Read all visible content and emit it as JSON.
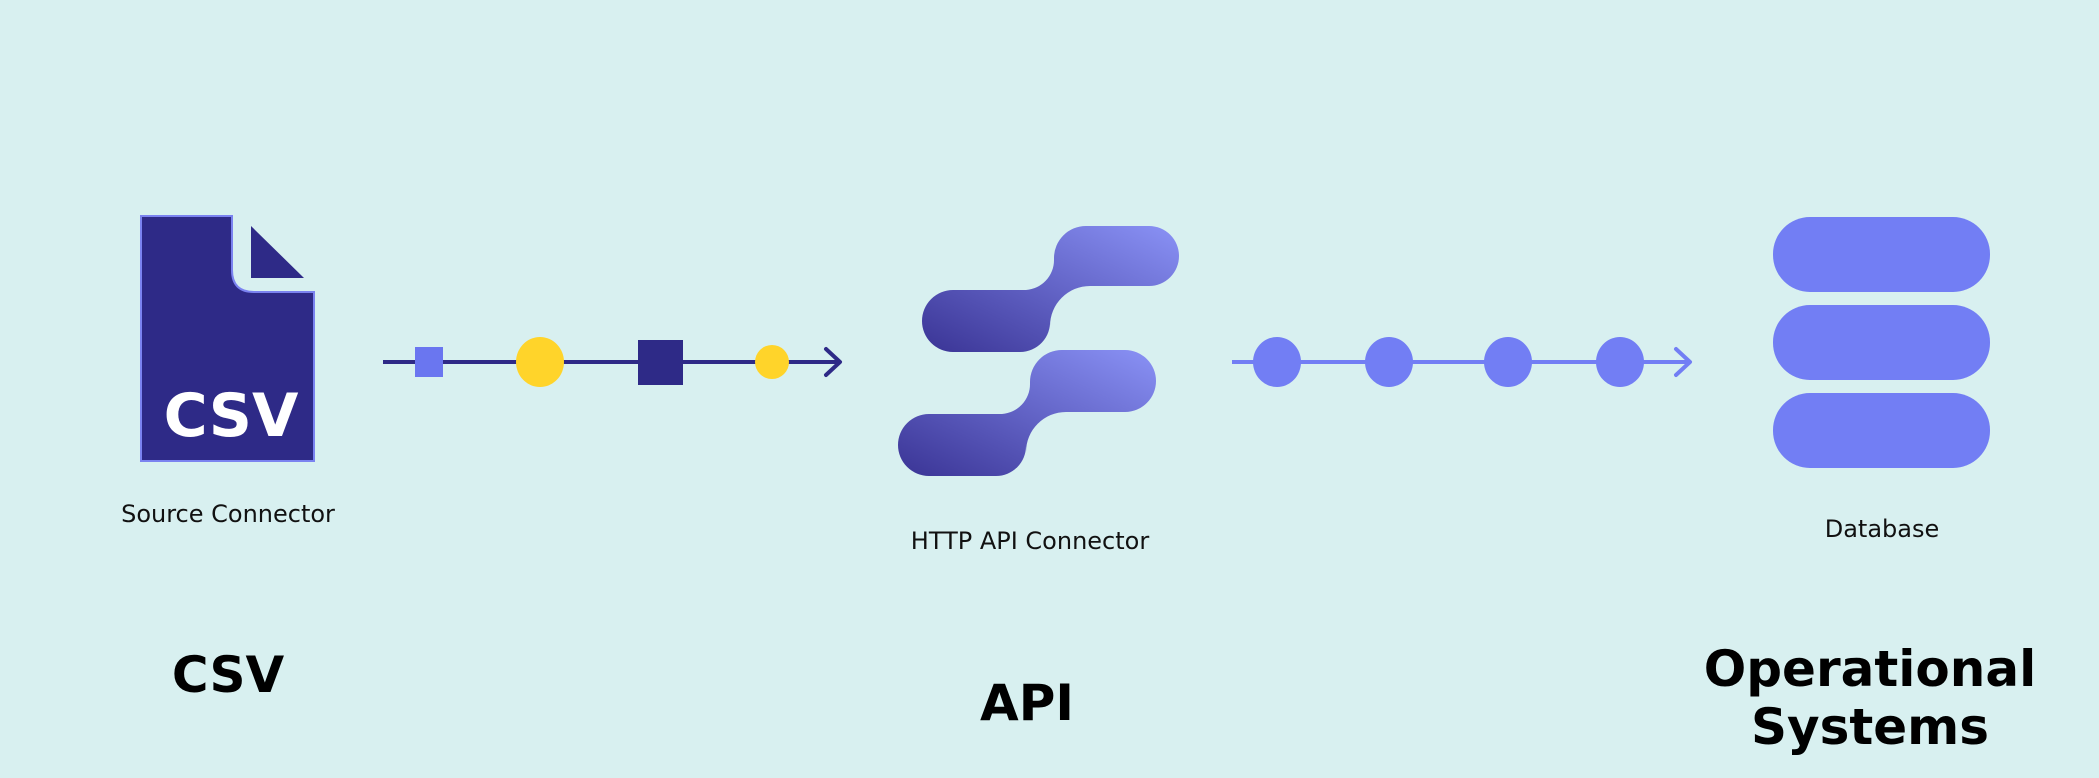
{
  "colors": {
    "background": "#d8f0f0",
    "navy": "#2e2a87",
    "periwinkle": "#727ef4",
    "yellow": "#ffd42a",
    "gradient_start": "#3a3495",
    "gradient_end": "#8a92f6"
  },
  "nodes": {
    "source": {
      "icon": "csv-file-icon",
      "icon_text": "CSV",
      "caption": "Source Connector",
      "heading": "CSV"
    },
    "connector": {
      "icon": "connector-logo-icon",
      "caption": "HTTP API Connector",
      "heading": "API"
    },
    "destination": {
      "icon": "database-stack-icon",
      "caption": "Database",
      "heading_line1": "Operational",
      "heading_line2": "Systems"
    }
  },
  "flows": [
    {
      "from": "source",
      "to": "connector",
      "packets": [
        "small-square",
        "large-circle",
        "large-square",
        "small-circle"
      ]
    },
    {
      "from": "connector",
      "to": "destination",
      "packets": [
        "circle",
        "circle",
        "circle",
        "circle"
      ]
    }
  ]
}
